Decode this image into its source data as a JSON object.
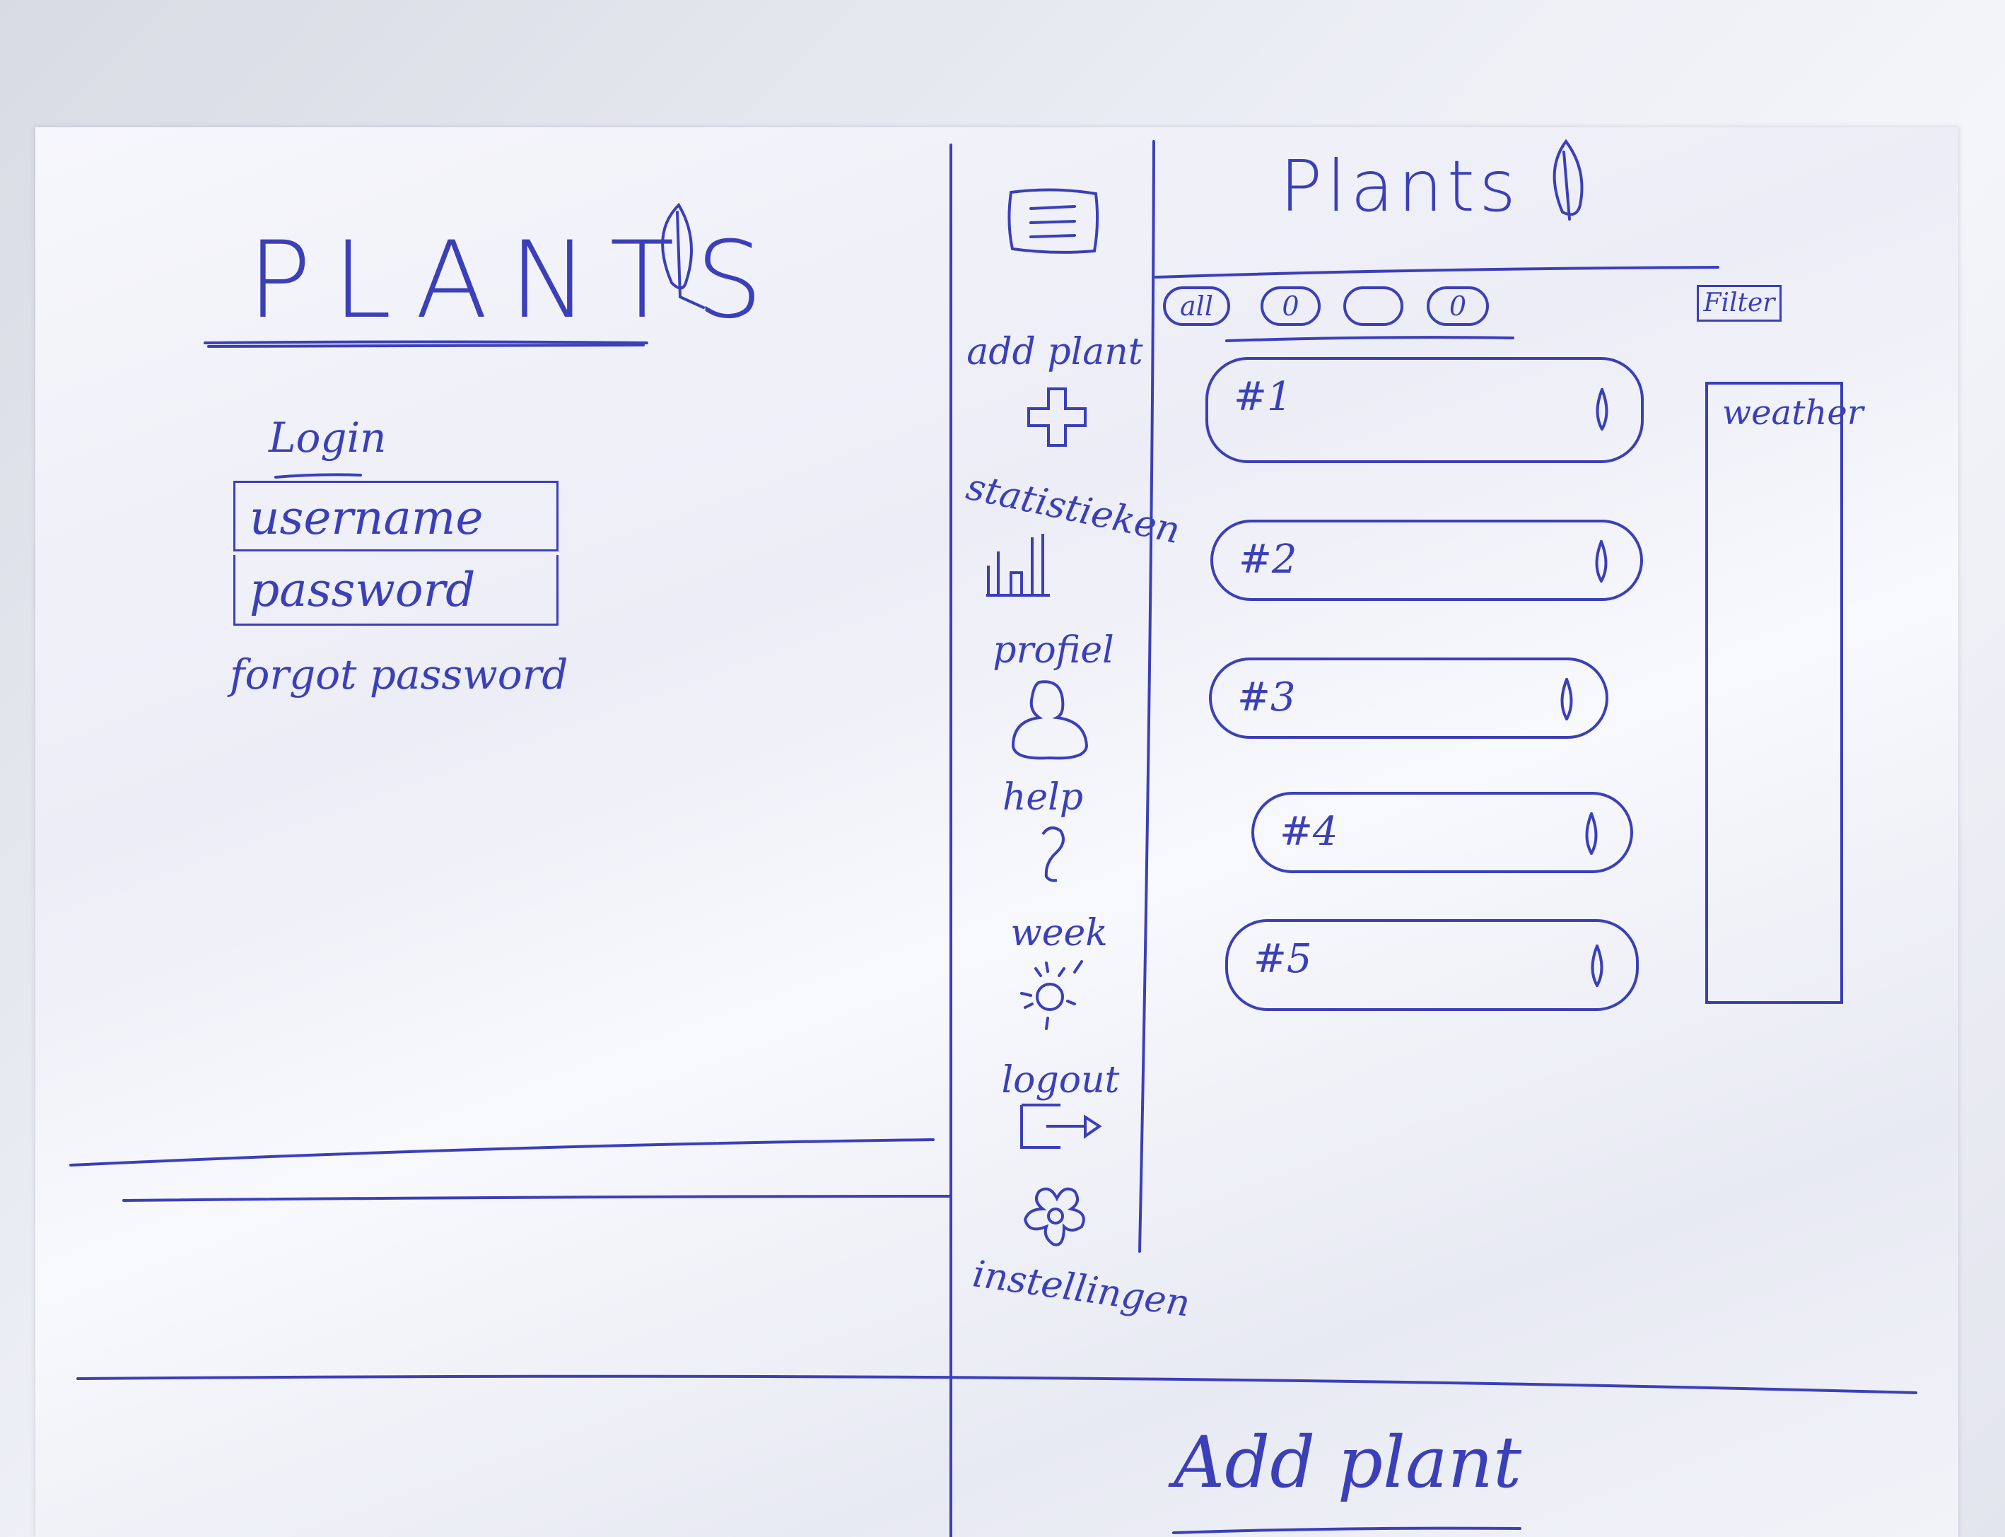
{
  "login_screen": {
    "title": "PLANTS",
    "heading": "Login",
    "username_placeholder": "username",
    "password_placeholder": "password",
    "forgot_password": "forgot password"
  },
  "menu": {
    "items": [
      {
        "label": "add plant",
        "icon": "plus-icon"
      },
      {
        "label": "statistieken",
        "icon": "bar-chart-icon"
      },
      {
        "label": "profiel",
        "icon": "profile-icon"
      },
      {
        "label": "help",
        "icon": "question-icon"
      },
      {
        "label": "week",
        "icon": "sun-icon"
      },
      {
        "label": "logout",
        "icon": "logout-icon"
      },
      {
        "label": "instellingen",
        "icon": "gear-icon"
      }
    ]
  },
  "main": {
    "title": "Plants",
    "filters": [
      "all",
      "0",
      "",
      "0"
    ],
    "filter_button": "Filter",
    "plants": [
      {
        "label": "#1"
      },
      {
        "label": "#2"
      },
      {
        "label": "#3"
      },
      {
        "label": "#4"
      },
      {
        "label": "#5"
      }
    ],
    "weather_label": "weather"
  },
  "bottom": {
    "heading": "Add plant"
  }
}
